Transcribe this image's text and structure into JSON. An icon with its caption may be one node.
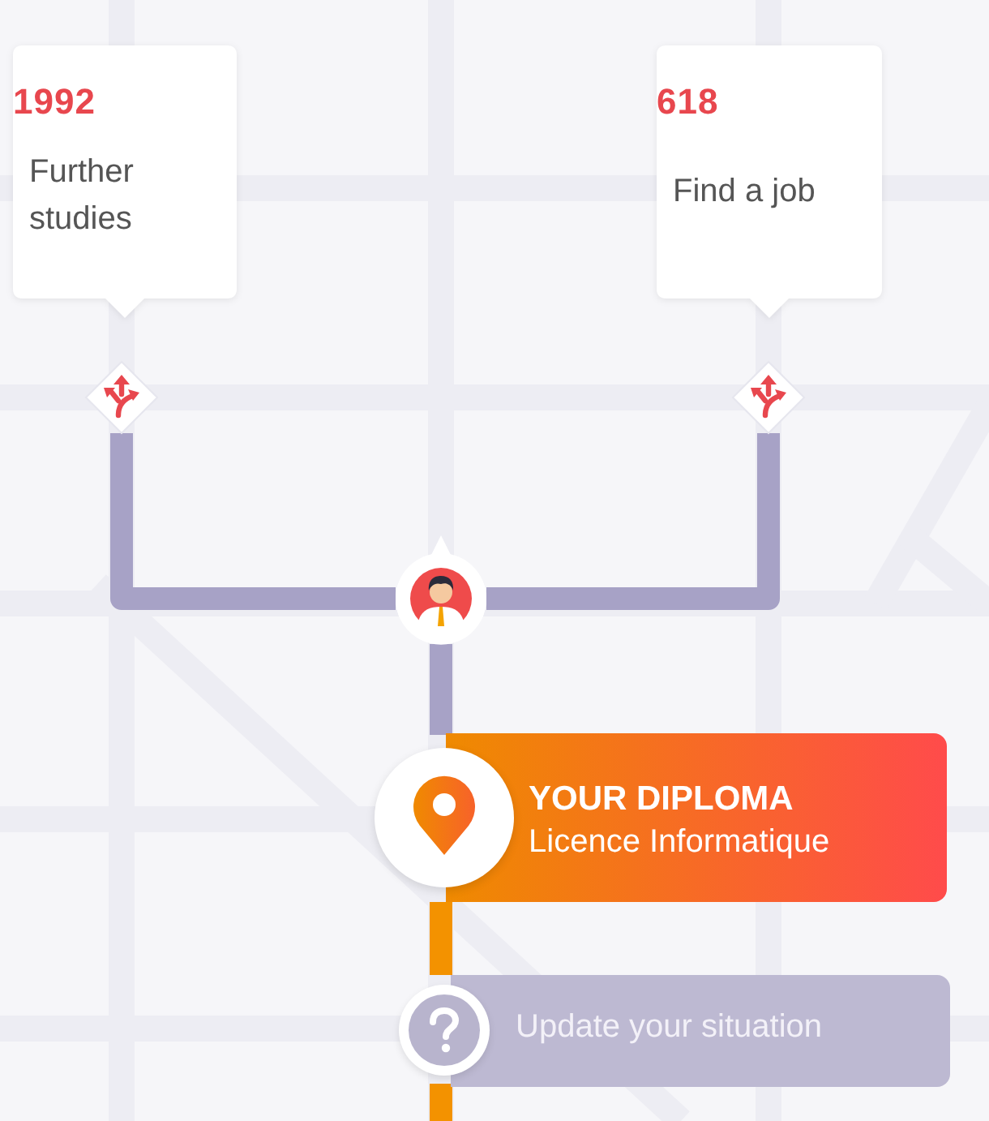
{
  "diagram": {
    "nodes": [
      {
        "text": [
          "1992",
          "Further studies"
        ]
      },
      {
        "text": [
          "618",
          "Find a job"
        ]
      },
      {
        "text": [],
        "shape": "diamond"
      },
      {
        "text": [],
        "shape": "diamond"
      },
      {
        "text": [],
        "shape": "circle"
      },
      {
        "text": [
          "YOUR DIPLOMA",
          "Licence Informatique"
        ]
      },
      {
        "text": [
          "Update your situation"
        ]
      }
    ],
    "edges": [
      {
        "from": 2,
        "to": 4,
        "arrow": "none"
      },
      {
        "from": 3,
        "to": 4,
        "arrow": "none"
      },
      {
        "from": 4,
        "to": 5,
        "arrow": "none"
      },
      {
        "from": 5,
        "to": 6,
        "arrow": "none",
        "color": "#f39200"
      },
      {
        "from": 6,
        "to": null,
        "arrow": "none",
        "color": "#f39200"
      }
    ]
  }
}
